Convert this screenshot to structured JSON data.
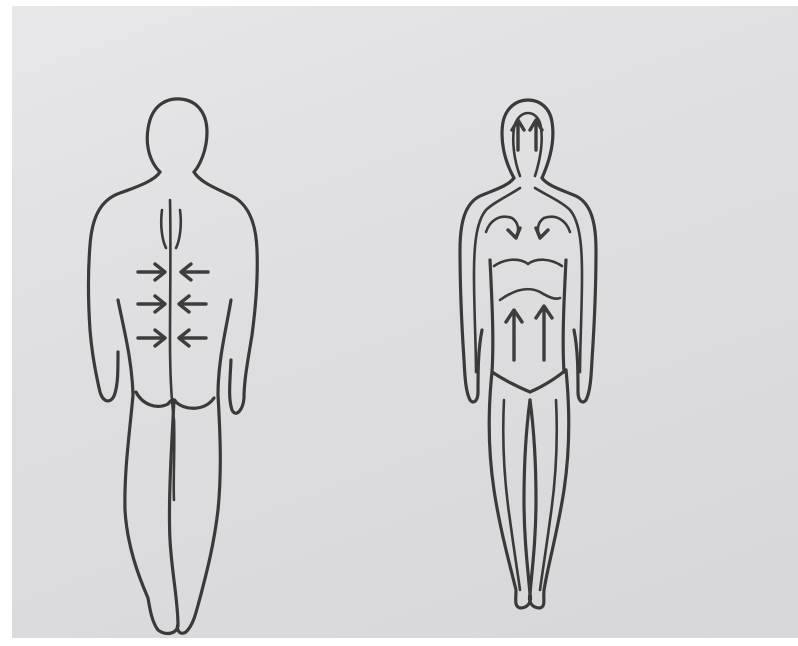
{
  "figures": [
    {
      "id": "back-view",
      "arrow_direction": "inward-toward-spine",
      "arrow_rows": 3
    },
    {
      "id": "front-view",
      "arrow_direction": "upward-and-over-shoulders"
    }
  ],
  "colors": {
    "paper": "#dedee0",
    "ink": "#3a3a3a",
    "border": "#ffffff"
  }
}
